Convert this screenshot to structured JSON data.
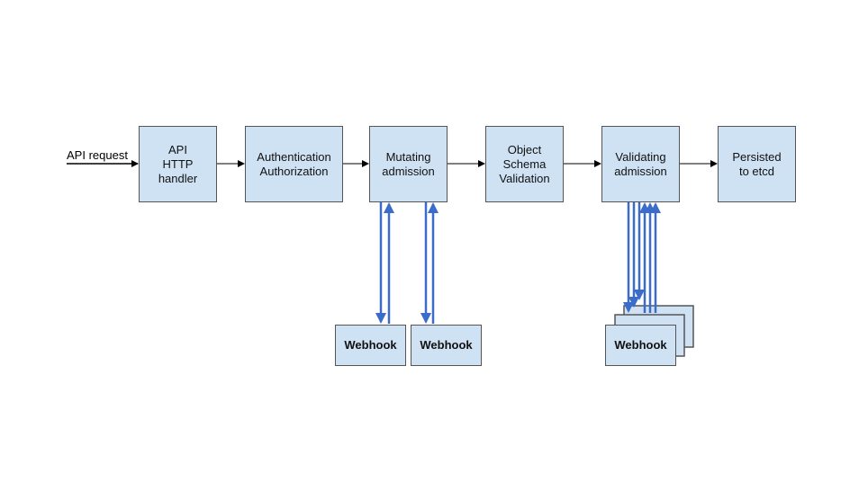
{
  "request_label": "API request",
  "stages": [
    {
      "id": "api-http-handler",
      "label": "API\nHTTP\nhandler"
    },
    {
      "id": "authentication-authorization",
      "label": "Authentication\nAuthorization"
    },
    {
      "id": "mutating-admission",
      "label": "Mutating\nadmission"
    },
    {
      "id": "object-schema-validation",
      "label": "Object\nSchema\nValidation"
    },
    {
      "id": "validating-admission",
      "label": "Validating\nadmission"
    },
    {
      "id": "persisted-to-etcd",
      "label": "Persisted\nto etcd"
    }
  ],
  "webhooks": {
    "mutating_1": "Webhook",
    "mutating_2": "Webhook",
    "validating": "Webhook"
  },
  "colors": {
    "box_fill": "#cfe2f3",
    "box_border": "#555555",
    "flow_arrow": "#000000",
    "webhook_arrow": "#3b6cc9"
  }
}
